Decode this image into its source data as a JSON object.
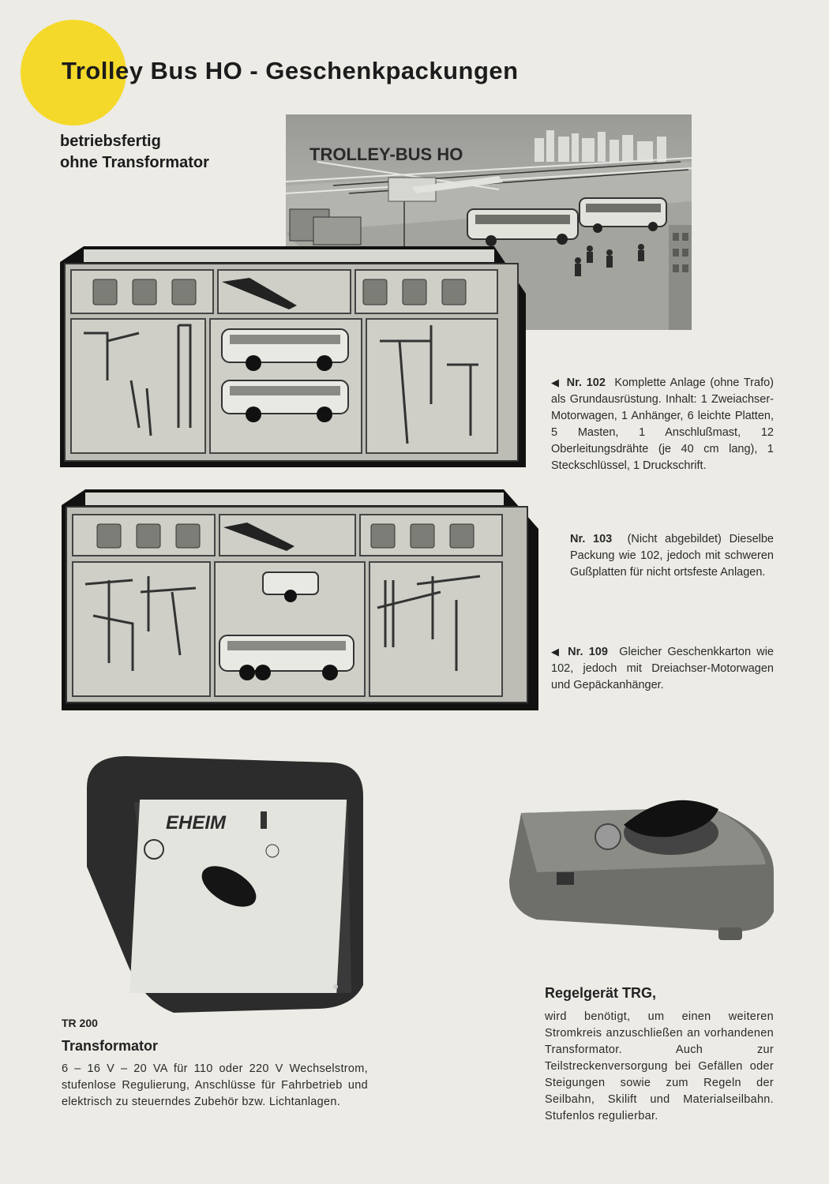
{
  "header": {
    "title": "Trolley Bus HO - Geschenkpackungen",
    "subtitle_line1": "betriebsfertig",
    "subtitle_line2": "ohne Transformator"
  },
  "poster": {
    "sign_text": "TROLLEY-BUS HO"
  },
  "products": [
    {
      "number": "Nr. 102",
      "text": "Komplette Anlage (ohne Trafo) als Grundausrüstung. Inhalt: 1 Zweiachser-Motorwagen, 1 Anhänger, 6 leichte Platten, 5 Masten, 1 Anschlußmast, 12 Oberleitungsdrähte (je 40 cm lang), 1 Steckschlüssel, 1 Druckschrift.",
      "arrow": "◀"
    },
    {
      "number": "Nr. 103",
      "text": "(Nicht abgebildet) Dieselbe Packung wie 102, jedoch mit schweren Gußplatten für nicht ortsfeste Anlagen."
    },
    {
      "number": "Nr. 109",
      "text": "Gleicher Geschenkkarton wie 102, jedoch mit Dreiachser-Motorwagen und Gepäckanhänger.",
      "arrow": "◀"
    }
  ],
  "transformer": {
    "model": "TR 200",
    "heading": "Transformator",
    "text": "6 – 16 V – 20 VA für 110 oder 220 V Wechselstrom, stufenlose Regulierung, Anschlüsse für Fahrbetrieb und elektrisch zu steuerndes Zubehör bzw. Lichtanlagen.",
    "brand_logo": "EHEIM"
  },
  "regulator": {
    "heading": "Regelgerät TRG,",
    "text": "wird benötigt, um einen weiteren Stromkreis anzuschließen an vorhandenen Transformator. Auch zur Teilstreckenversorgung bei Gefällen oder Steigungen sowie zum Regeln der Seilbahn, Skilift und Materialseilbahn. Stufenlos regulierbar."
  },
  "colors": {
    "accent_yellow": "#f5d92a",
    "paper": "#ecebe6",
    "text": "#222222"
  }
}
